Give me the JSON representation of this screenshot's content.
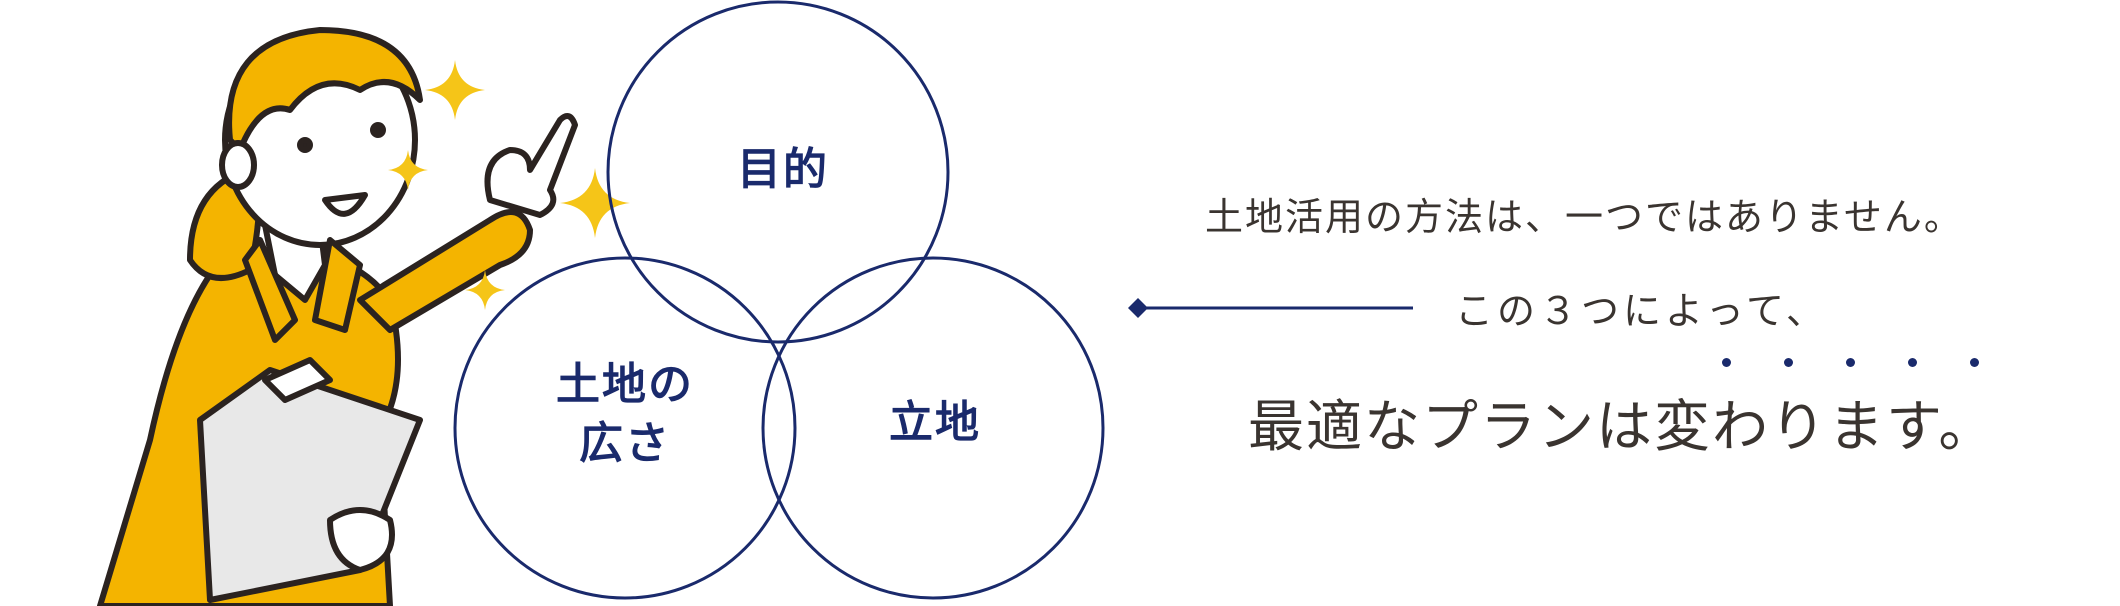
{
  "venn": {
    "circle_top": "目的",
    "circle_left_line1": "土地の",
    "circle_left_line2": "広さ",
    "circle_right": "立地"
  },
  "message": {
    "line1": "土地活用の方法は、一つではありません。",
    "line2": "この３つによって、",
    "line3": "最適なプランは変わります。"
  },
  "colors": {
    "navy": "#1a2a6c",
    "text": "#3a3430",
    "jacket": "#f4b400",
    "sparkle": "#f5c518"
  },
  "icons": [
    "woman-pointing-illustration",
    "sparkle-icon",
    "clipboard-icon",
    "diamond-bullet-icon"
  ]
}
